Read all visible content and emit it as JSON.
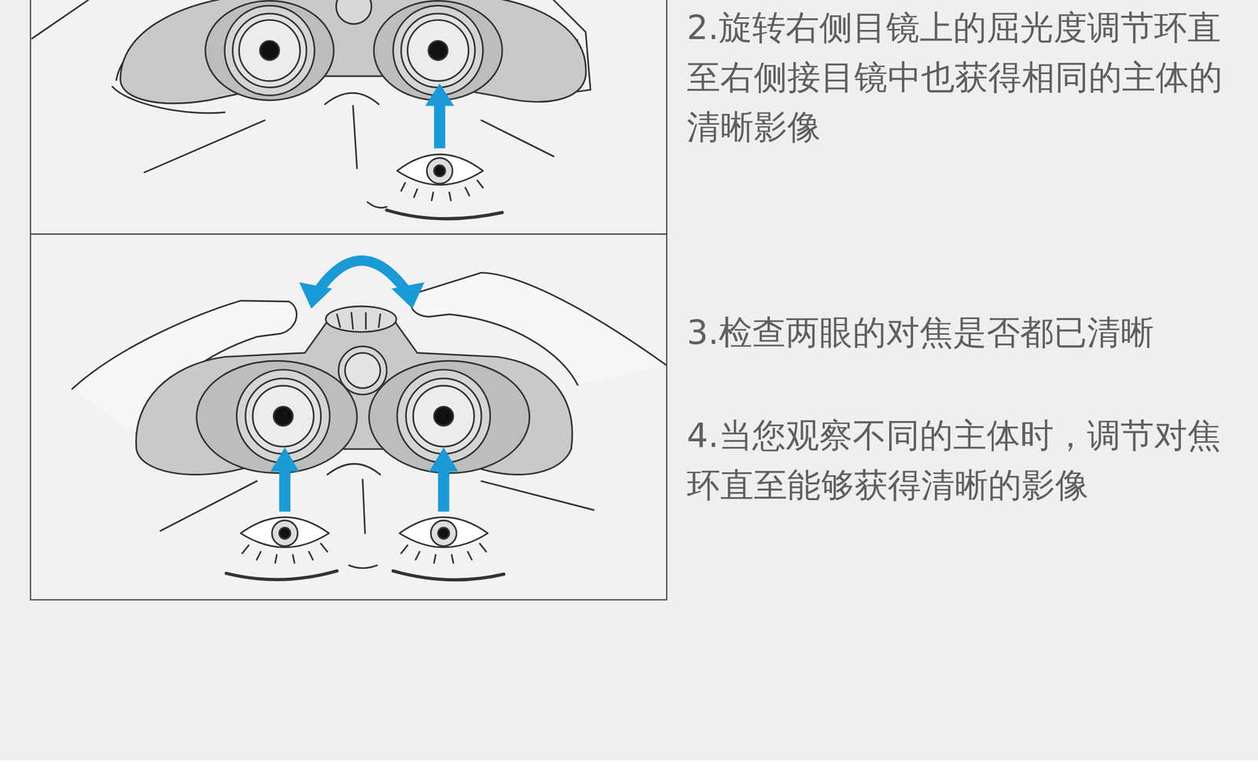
{
  "diagram": {
    "labels": [
      "2.旋转右侧目镜上的屈光度调节环直至右侧接目镜中也获得相同的主体的清晰影像",
      "3.检查两眼的对焦是否都已清晰",
      "4.当您观察不同的主体时，调节对焦环直至能够获得清晰的影像"
    ]
  }
}
